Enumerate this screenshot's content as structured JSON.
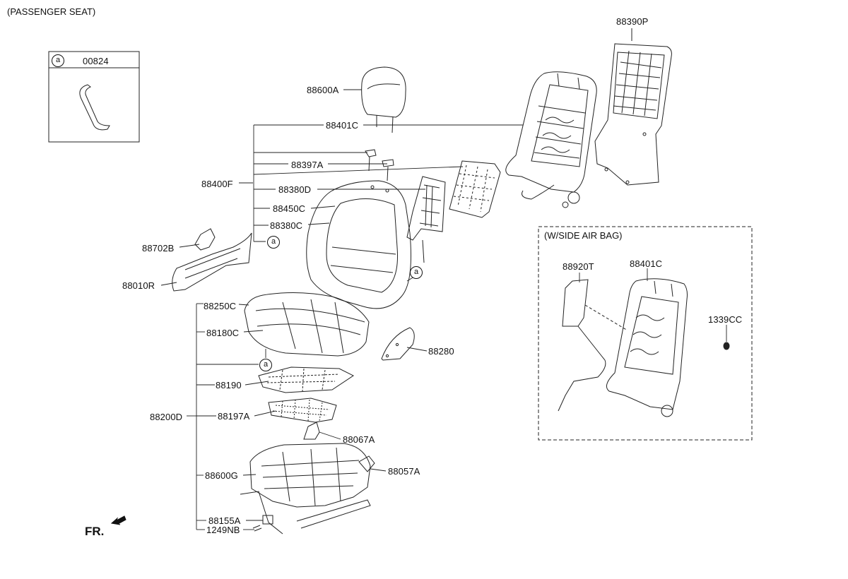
{
  "title": "(PASSENGER SEAT)",
  "legend": {
    "marker": "a",
    "part": "00824"
  },
  "side_airbag_box": {
    "title": "(W/SIDE AIR BAG)"
  },
  "direction": "FR.",
  "callout_marker": "a",
  "parts": {
    "p88390P": "88390P",
    "p88600A": "88600A",
    "p88401C": "88401C",
    "p88397A": "88397A",
    "p88400F": "88400F",
    "p88380D": "88380D",
    "p88450C": "88450C",
    "p88380C": "88380C",
    "p88702B": "88702B",
    "p88010R": "88010R",
    "p88250C": "88250C",
    "p88180C": "88180C",
    "p88280": "88280",
    "p88190": "88190",
    "p88200D": "88200D",
    "p88197A": "88197A",
    "p88067A": "88067A",
    "p88057A": "88057A",
    "p88600G": "88600G",
    "p88155A": "88155A",
    "p1249NB": "1249NB",
    "p88920T": "88920T",
    "p88401C_b": "88401C",
    "p1339CC": "1339CC"
  }
}
